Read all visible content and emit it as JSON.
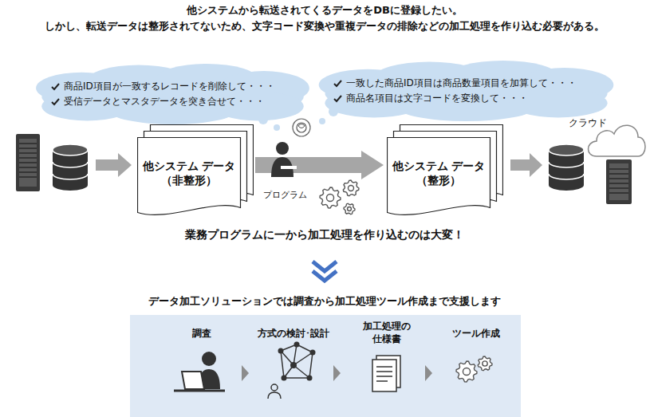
{
  "diagram": {
    "title": "他システムから転送されてくるデータをDBに登録したい。",
    "nodes": [
      {
        "text": [
          "商品ID項目が一致するレコードを削除して・・・",
          "受信データとマスタデータを突き合せて・・・"
        ]
      },
      {
        "text": [
          "一致した商品ID項目は商品数量項目を加算して・・・",
          "商品名項目は文字コードを変換して・・・"
        ]
      },
      {
        "text": [
          "他システム データ （非整形）"
        ]
      },
      {
        "text": [
          "他システム データ （整形）"
        ]
      }
    ],
    "edges": [
      {
        "from": 2,
        "to": 3,
        "arrow": "to"
      }
    ],
    "labels": [
      "しかし、転送データは整形されてないため、文字コード変換や重複データの排除などの加工処理を作り込む必要がある。",
      "プログラム",
      "クラウド",
      "業務プログラムに一から加工処理を作り込むのは大変！",
      "データ加工ソリューションでは調査から加工処理ツール作成まで支援します",
      "調査",
      "方式の検討･設計",
      "加工処理の 仕様書",
      "ツール作成"
    ]
  }
}
